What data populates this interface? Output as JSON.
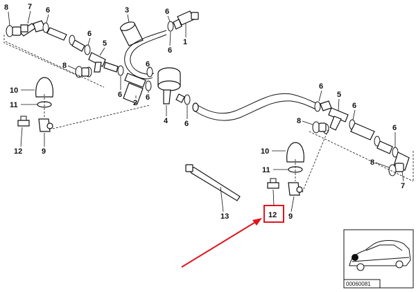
{
  "diagram": {
    "labels": {
      "l1": "1",
      "l2": "2",
      "l3": "3",
      "l4": "4",
      "l5a": "5",
      "l5b": "5",
      "l6a": "6",
      "l6b": "6",
      "l6c": "6",
      "l6d": "6",
      "l6e": "6",
      "l6f": "6",
      "l6g": "6",
      "l6h": "6",
      "l6i": "6",
      "l6j": "6",
      "l7a": "7",
      "l7b": "7",
      "l8a": "8",
      "l8b": "8",
      "l8c": "8",
      "l8d": "8",
      "l9a": "9",
      "l9b": "9",
      "l10a": "10",
      "l10b": "10",
      "l11a": "11",
      "l11b": "11",
      "l12a": "12",
      "l12b": "12",
      "l13": "13"
    },
    "highlight": {
      "label": "12",
      "box_color": "#e0141e",
      "arrow_color": "#e0141e"
    },
    "thumbnail": {
      "code": "00060081"
    }
  }
}
